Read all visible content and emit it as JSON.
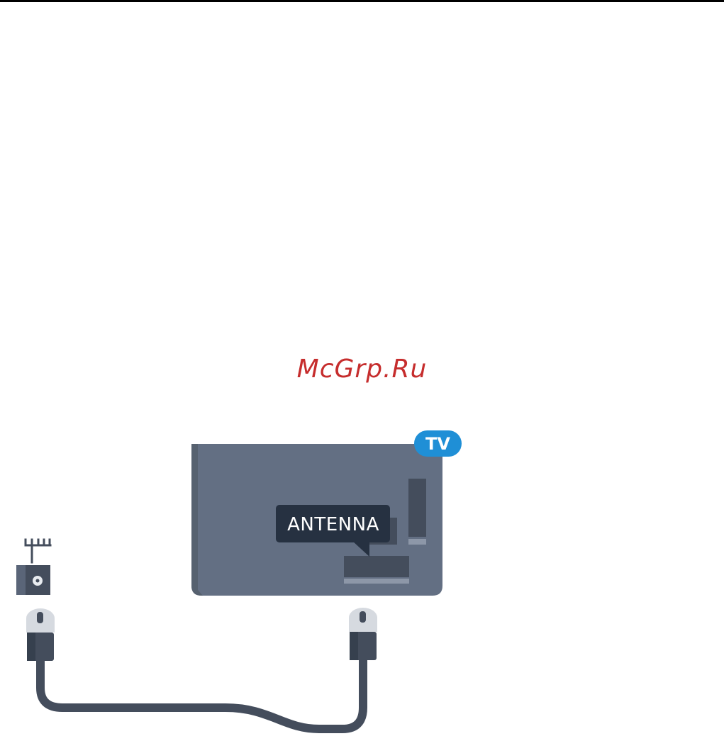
{
  "watermark": {
    "text": "McGrp.Ru"
  },
  "diagram": {
    "tv_badge": "TV",
    "connector_label": "ANTENNA"
  },
  "colors": {
    "tv_body": "#636f83",
    "tv_shadow": "#5a6578",
    "panel_dark": "#444d5c",
    "panel_light": "#8d97a8",
    "callout": "#263141",
    "badge": "#1f8fd6",
    "cable": "#444d5c",
    "plug_light": "#d6dae0",
    "watermark": "#c62d2d"
  },
  "icons": [
    "antenna-icon",
    "wall-socket-icon",
    "coax-plug-icon",
    "tv-icon"
  ]
}
